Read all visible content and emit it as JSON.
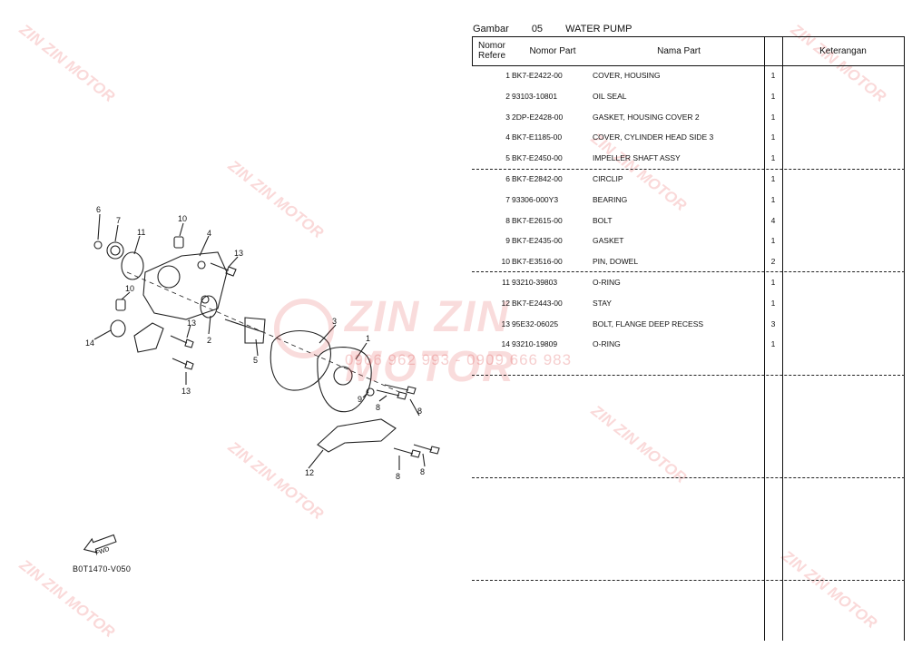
{
  "header": {
    "gambar_label": "Gambar",
    "gambar_number": "05",
    "title": "WATER PUMP"
  },
  "table": {
    "columns": {
      "ref_line1": "Nomor",
      "ref_line2": "Refere",
      "part": "Nomor Part",
      "name": "Nama Part",
      "note": "Keterangan"
    },
    "rows": [
      {
        "ref": "1",
        "part": "BK7-E2422-00",
        "name": "COVER, HOUSING",
        "qty": "1"
      },
      {
        "ref": "2",
        "part": "93103-10801",
        "name": "OIL SEAL",
        "qty": "1"
      },
      {
        "ref": "3",
        "part": "2DP-E2428-00",
        "name": "GASKET, HOUSING COVER 2",
        "qty": "1"
      },
      {
        "ref": "4",
        "part": "BK7-E1185-00",
        "name": "COVER, CYLINDER HEAD SIDE 3",
        "qty": "1"
      },
      {
        "ref": "5",
        "part": "BK7-E2450-00",
        "name": "IMPELLER SHAFT ASSY",
        "qty": "1"
      },
      {
        "ref": "6",
        "part": "BK7-E2842-00",
        "name": "CIRCLIP",
        "qty": "1"
      },
      {
        "ref": "7",
        "part": "93306-000Y3",
        "name": "BEARING",
        "qty": "1"
      },
      {
        "ref": "8",
        "part": "BK7-E2615-00",
        "name": "BOLT",
        "qty": "4"
      },
      {
        "ref": "9",
        "part": "BK7-E2435-00",
        "name": "GASKET",
        "qty": "1"
      },
      {
        "ref": "10",
        "part": "BK7-E3516-00",
        "name": "PIN, DOWEL",
        "qty": "2"
      },
      {
        "ref": "11",
        "part": "93210-39803",
        "name": "O-RING",
        "qty": "1"
      },
      {
        "ref": "12",
        "part": "BK7-E2443-00",
        "name": "STAY",
        "qty": "1"
      },
      {
        "ref": "13",
        "part": "95E32-06025",
        "name": "BOLT, FLANGE DEEP RECESS",
        "qty": "3"
      },
      {
        "ref": "14",
        "part": "93210-19809",
        "name": "O-RING",
        "qty": "1"
      }
    ]
  },
  "diagram": {
    "code": "B0T1470-V050",
    "fwd_label": "FWD",
    "callouts": [
      "6",
      "7",
      "10",
      "4",
      "11",
      "13",
      "10",
      "13",
      "2",
      "14",
      "5",
      "3",
      "1",
      "9",
      "8",
      "8",
      "13",
      "12",
      "8",
      "8"
    ]
  },
  "watermark": {
    "brand": "ZIN ZIN MOTOR",
    "phone": "0966 962 993 - 0909 666 983"
  }
}
